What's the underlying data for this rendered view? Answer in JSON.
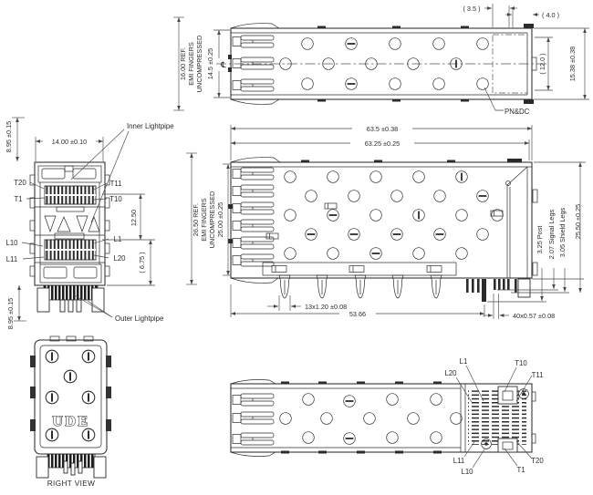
{
  "colors": {
    "line": "#2b2b2b",
    "dim": "#474747",
    "background": "#ffffff"
  },
  "top_view": {
    "dim_3_5": "( 3.5 )",
    "dim_4_0": "( 4.0 )",
    "ref_height": [
      "16.00 REF.",
      "EMI FINGERS",
      "UNCOMPRESSED"
    ],
    "dim_14_5": "14.5 ±0.25",
    "centerline_symbol": "℄",
    "dim_12_0": "( 12.0 )",
    "dim_15_38": "15.38 ±0.38",
    "label_pndc": "PN&DC"
  },
  "side_view": {
    "dim_63_5": "63.5 ±0.38",
    "dim_63_25": "63.25 ±0.25",
    "ref_height": [
      "26.50 REF.",
      "EMI FINGERS",
      "UNCOMPRESSED"
    ],
    "dim_25_00": "25.00 ±0.25",
    "dim_pins": "13x1.20 ±0.08",
    "dim_53_66": "53.66",
    "dim_legs": "40x0.57 ±0.08",
    "label_post": "3.25 Post",
    "label_signal_legs": "2.07 Signal Legs",
    "label_shield_legs": "3.05 Shield Legs",
    "dim_25_50": "25.50 ±0.25"
  },
  "front_view": {
    "dim_8_95_top": "8.95 ±0.15",
    "dim_14_00": "14.00 ±0.10",
    "label_inner_lightpipe": "Inner Lightpipe",
    "label_outer_lightpipe": "Outer Lightpipe",
    "dim_12_50": "12.50",
    "dim_6_75": "( 6.75 )",
    "dim_8_95_bottom": "8.95 ±0.15",
    "pins": {
      "t20": "T20",
      "t11": "T11",
      "t1": "T1",
      "t10": "T10",
      "l10": "L10",
      "l1": "L1",
      "l11": "L11",
      "l20": "L20"
    }
  },
  "right_view": {
    "logo": "UDE",
    "caption": "RIGHT VIEW"
  },
  "bottom_view": {
    "pins": {
      "l1": "L1",
      "l20": "L20",
      "t10": "T10",
      "t11": "T11",
      "l11": "L11",
      "l10": "L10",
      "t1": "T1",
      "t20": "T20"
    }
  }
}
